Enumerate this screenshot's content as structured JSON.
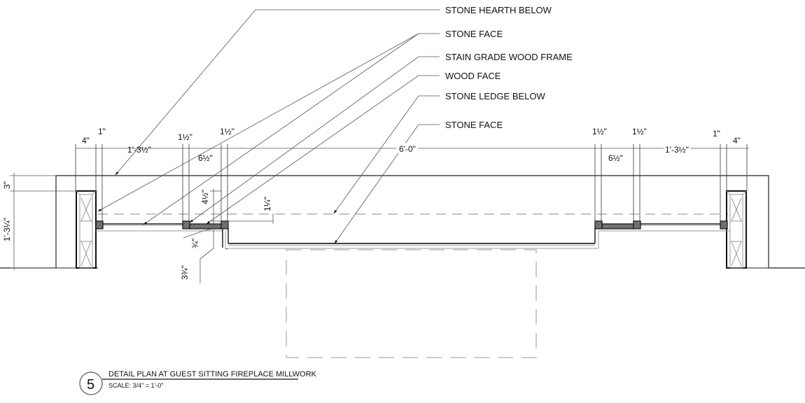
{
  "drawing": {
    "notes": [
      {
        "id": "stone-hearth-below",
        "label": "STONE HEARTH BELOW"
      },
      {
        "id": "stone-face-1",
        "label": "STONE FACE"
      },
      {
        "id": "stain-grade-wood-frame",
        "label": "STAIN GRADE WOOD FRAME"
      },
      {
        "id": "wood-face",
        "label": "WOOD FACE"
      },
      {
        "id": "stone-ledge-below",
        "label": "STONE LEDGE BELOW"
      },
      {
        "id": "stone-face-2",
        "label": "STONE FACE"
      }
    ],
    "dimensions_top_left": [
      "4\"",
      "1\"",
      "1'-3½\"",
      "1½\"",
      "6½\"",
      "1½\""
    ],
    "dimensions_center": "6'-0\"",
    "dimensions_top_right": [
      "1½\"",
      "6½\"",
      "1½\"",
      "1'-3½\"",
      "1\"",
      "4\""
    ],
    "dimensions_vertical": [
      "3\"",
      "1'-3¼\"",
      "4½\"",
      "1¼\"",
      "¾\"",
      "3¾\""
    ],
    "title_block": {
      "number": "5",
      "title": "DETAIL PLAN AT GUEST SITTING FIREPLACE MILLWORK",
      "scale": "SCALE: 3/4\" = 1'-0\""
    }
  }
}
